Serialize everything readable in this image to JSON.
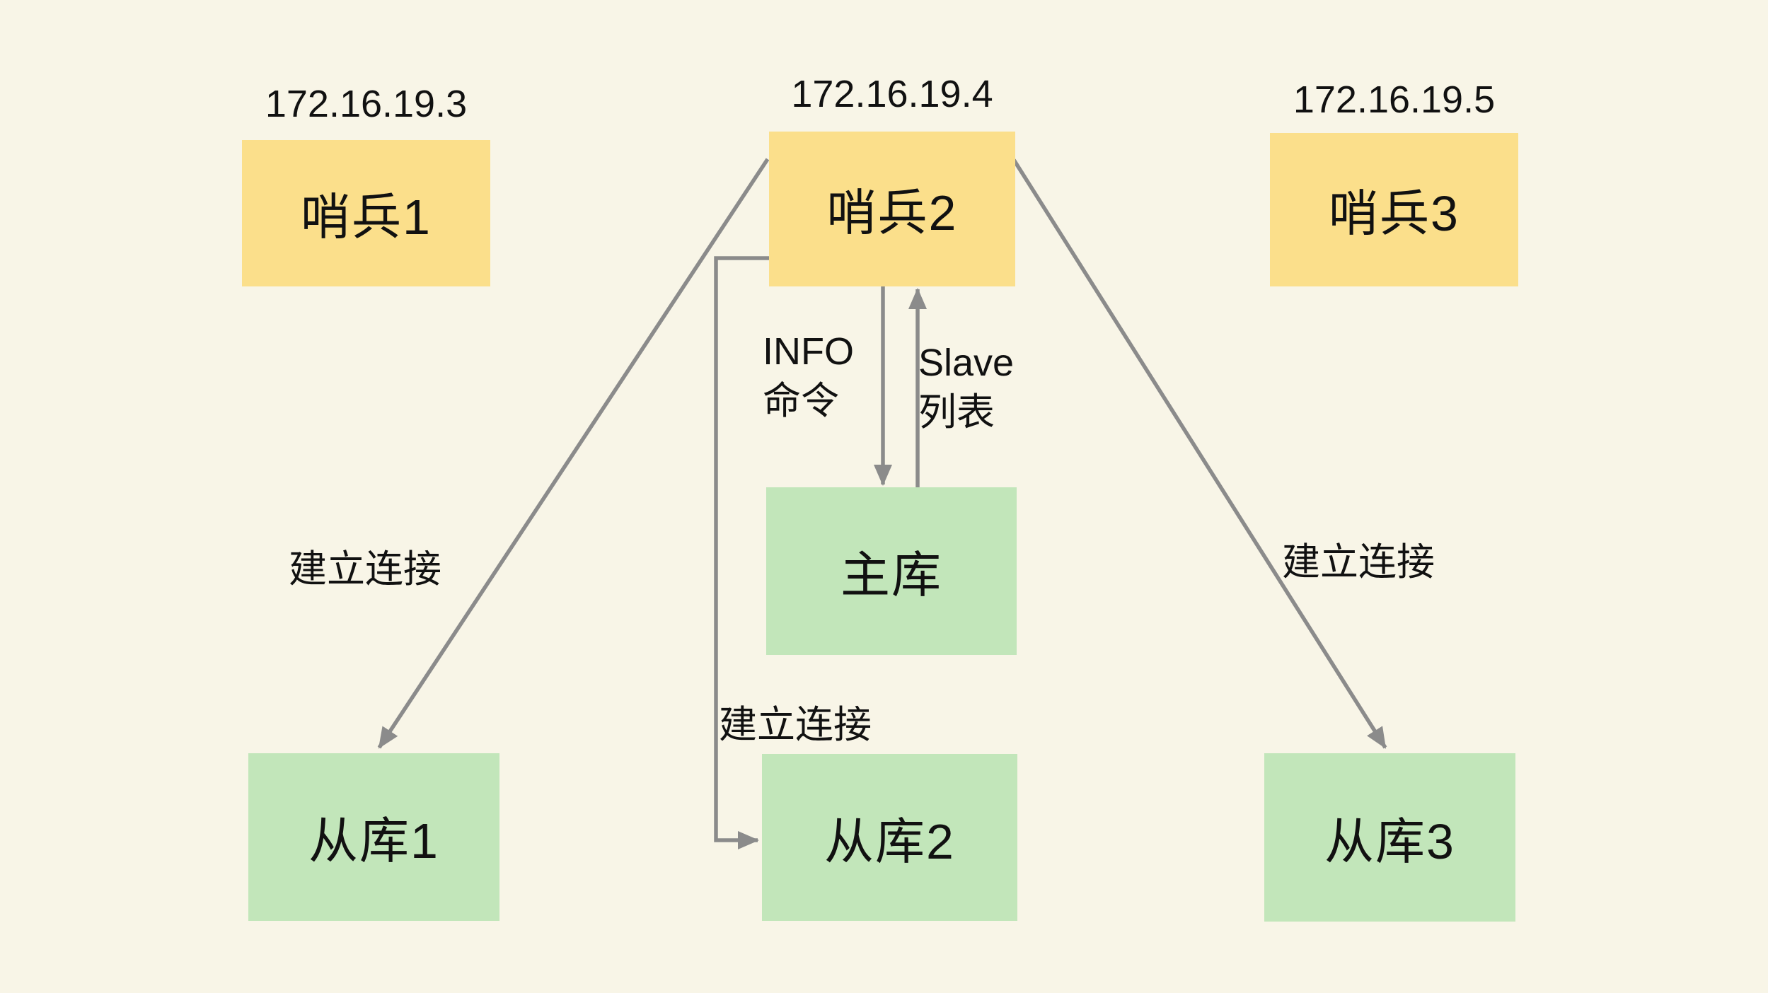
{
  "colors": {
    "bg": "#F8F5E7",
    "sentinel_fill": "#FBDF8B",
    "db_fill": "#C2E6BA",
    "arrow": "#8B8B8B",
    "text": "#111111"
  },
  "nodes": {
    "sentinel1": {
      "label": "哨兵1",
      "ip": "172.16.19.3"
    },
    "sentinel2": {
      "label": "哨兵2",
      "ip": "172.16.19.4"
    },
    "sentinel3": {
      "label": "哨兵3",
      "ip": "172.16.19.5"
    },
    "master": {
      "label": "主库"
    },
    "slave1": {
      "label": "从库1"
    },
    "slave2": {
      "label": "从库2"
    },
    "slave3": {
      "label": "从库3"
    }
  },
  "edge_labels": {
    "connect_left": "建立连接",
    "connect_middle": "建立连接",
    "connect_right": "建立连接",
    "info_line1": "INFO",
    "info_line2": "命令",
    "slave_line1": "Slave",
    "slave_line2": "列表"
  }
}
